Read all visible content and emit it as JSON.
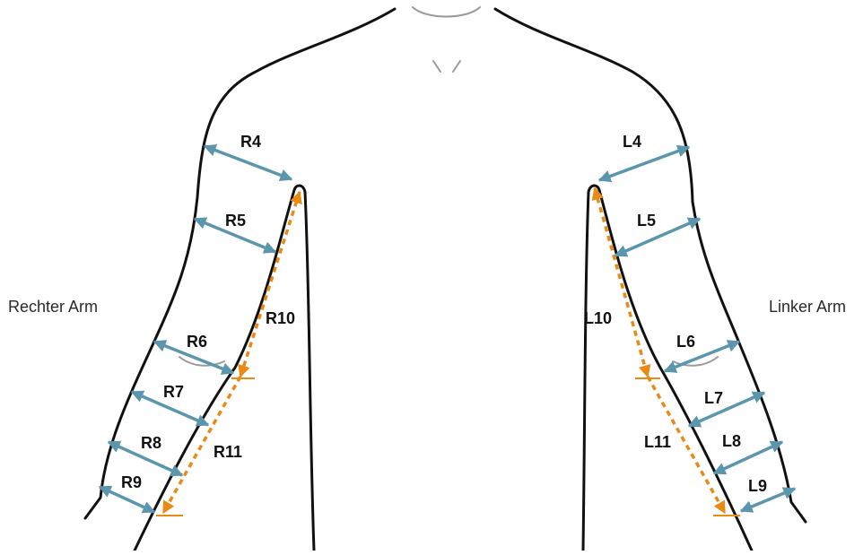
{
  "labels": {
    "right_arm": "Rechter Arm",
    "left_arm": "Linker Arm"
  },
  "colors": {
    "outline": "#111111",
    "circumference": "#5b96ad",
    "length": "#e98a16",
    "neck": "#9a9a9a"
  },
  "measurements": {
    "right": {
      "circumference": [
        "R4",
        "R5",
        "R6",
        "R7",
        "R8",
        "R9"
      ],
      "length": [
        "R10",
        "R11"
      ]
    },
    "left": {
      "circumference": [
        "L4",
        "L5",
        "L6",
        "L7",
        "L8",
        "L9"
      ],
      "length": [
        "L10",
        "L11"
      ]
    }
  }
}
